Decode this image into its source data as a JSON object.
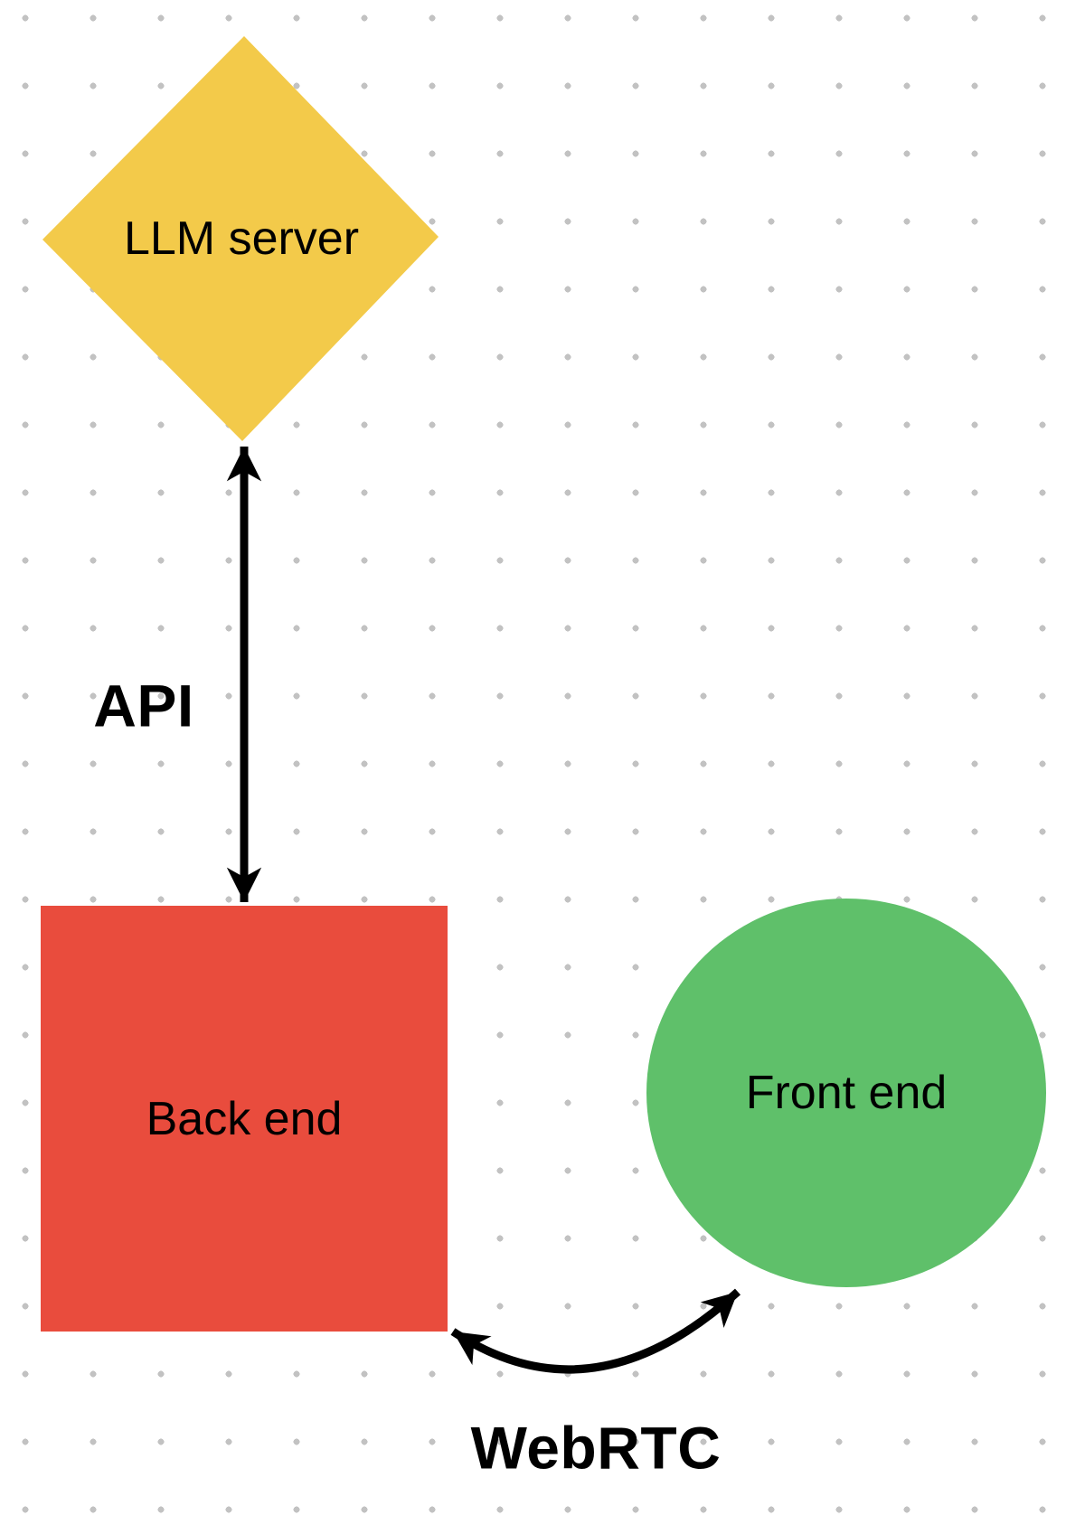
{
  "canvas": {
    "background_color": "#ffffff",
    "dot_grid_color": "#c2c2c2"
  },
  "nodes": [
    {
      "id": "llm-server",
      "shape": "diamond",
      "label": "LLM server",
      "fill": "#F3CA4A",
      "text_color": "#000000"
    },
    {
      "id": "back-end",
      "shape": "square",
      "label": "Back end",
      "fill": "#E94C3D",
      "text_color": "#000000"
    },
    {
      "id": "front-end",
      "shape": "circle",
      "label": "Front end",
      "fill": "#5FC06A",
      "text_color": "#000000"
    }
  ],
  "edges": [
    {
      "id": "api",
      "label": "API",
      "type": "double-headed-straight-arrow",
      "from": "llm-server",
      "to": "back-end",
      "color": "#000000"
    },
    {
      "id": "webrtc",
      "label": "WebRTC",
      "type": "double-headed-curved-arrow",
      "from": "back-end",
      "to": "front-end",
      "color": "#000000"
    }
  ]
}
